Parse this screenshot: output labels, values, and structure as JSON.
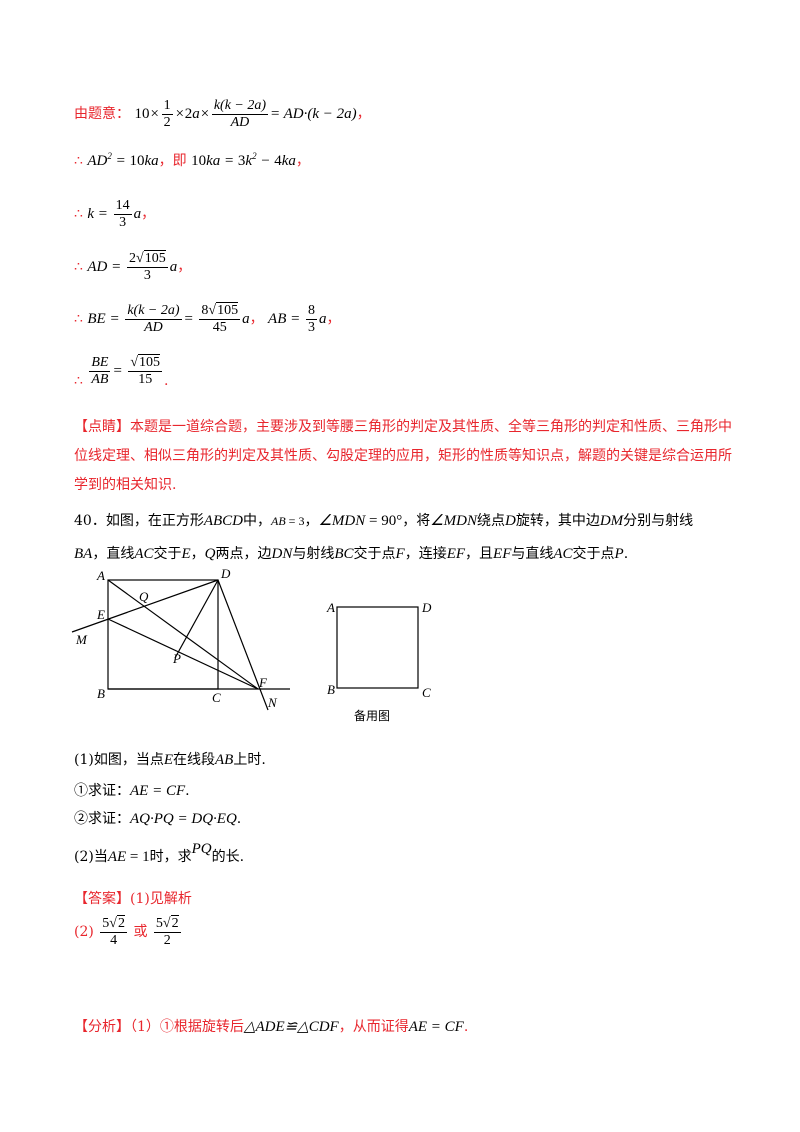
{
  "solution": {
    "l1_prefix": "由题意：",
    "l1_tail": "，",
    "l2_tail": "，即",
    "l2_end": "，",
    "l3_tail": "，",
    "l4_tail": "，",
    "l5_mid": "，",
    "l5_tail": "，",
    "l6_tail": "."
  },
  "dianjing": {
    "tag": "【点睛】",
    "text": "本题是一道综合题，主要涉及到等腰三角形的判定及其性质、全等三角形的判定和性质、三角形中位线定理、相似三角形的判定及其性质、勾股定理的应用，矩形的性质等知识点，解题的关键是综合运用所学到的相关知识."
  },
  "problem": {
    "number": "40．",
    "line1_a": "如图，在正方形",
    "line1_b": "中，",
    "line1_c": "，",
    "line1_d": "，将",
    "line1_e": "绕点",
    "line1_f": "旋转，其中边",
    "line1_g": "分别与射线",
    "line2_a": "，直线",
    "line2_b": "交于",
    "line2_c": "两点，边",
    "line2_d": "与射线",
    "line2_e": "交于点",
    "line2_f": "，连接",
    "line2_g": "，且",
    "line2_h": "与直线",
    "line2_i": "交于点",
    "line2_j": "."
  },
  "figure": {
    "labels": [
      "A",
      "D",
      "Q",
      "E",
      "M",
      "P",
      "B",
      "C",
      "F",
      "N"
    ],
    "spare_labels": [
      "A",
      "D",
      "B",
      "C"
    ],
    "spare_caption": "备用图"
  },
  "questions": {
    "q1_a": "(1)如图，当点",
    "q1_b": "在线段",
    "q1_c": "上时.",
    "q1_1": "①求证：",
    "q1_1_end": ".",
    "q1_2": "②求证：",
    "q1_2_end": ".",
    "q2_a": "(2)当",
    "q2_b": "时，求",
    "q2_c": "的长."
  },
  "answer": {
    "tag": "【答案】",
    "part1": "(1)见解析",
    "part2_label": "(2)",
    "or": "或"
  },
  "analysis": {
    "tag": "【分析】",
    "text_a": "（1）①根据旋转后",
    "text_b": "，从而证得",
    "text_c": "."
  }
}
